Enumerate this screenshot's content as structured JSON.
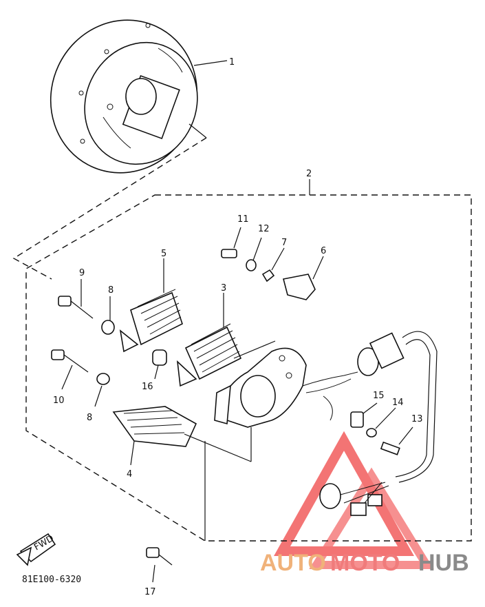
{
  "callouts": {
    "p1": "1",
    "p2": "2",
    "p3": "3",
    "p4": "4",
    "p5": "5",
    "p6": "6",
    "p7": "7",
    "p8a": "8",
    "p8b": "8",
    "p9": "9",
    "p10": "10",
    "p11": "11",
    "p12": "12",
    "p13": "13",
    "p14": "14",
    "p15": "15",
    "p16": "16",
    "p17": "17"
  },
  "fwd_label": "FWD",
  "diagram_code": "81E100-6320",
  "watermark": {
    "left": "AUTO",
    "middle": "MOTO",
    "right": "HUB",
    "colors": {
      "auto": "#f0b27a",
      "moto": "#f07b7b",
      "hub": "#8a8a8a",
      "logo": "#f25c5c"
    }
  }
}
